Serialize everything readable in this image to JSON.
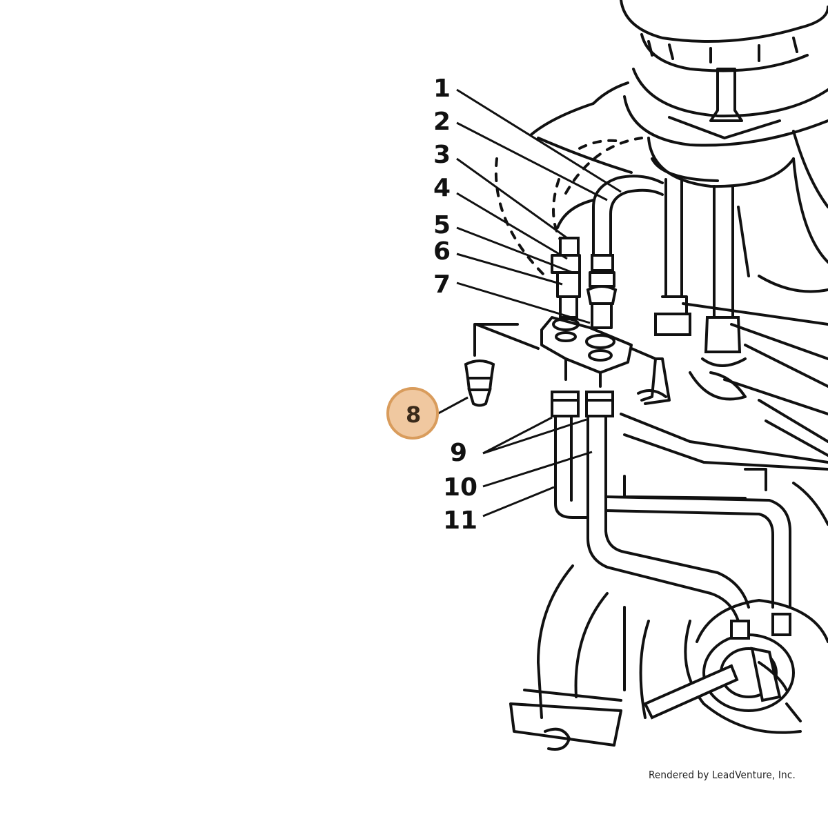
{
  "callouts": [
    {
      "id": "1",
      "label": "1"
    },
    {
      "id": "2",
      "label": "2"
    },
    {
      "id": "3",
      "label": "3"
    },
    {
      "id": "4",
      "label": "4"
    },
    {
      "id": "5",
      "label": "5"
    },
    {
      "id": "6",
      "label": "6"
    },
    {
      "id": "7",
      "label": "7"
    },
    {
      "id": "8",
      "label": "8",
      "highlighted": true
    },
    {
      "id": "9",
      "label": "9"
    },
    {
      "id": "10",
      "label": "10"
    },
    {
      "id": "11",
      "label": "11"
    }
  ],
  "highlight_color": "#f0c8a0",
  "highlight_border": "#d99c5c",
  "credit": "Rendered by LeadVenture, Inc."
}
